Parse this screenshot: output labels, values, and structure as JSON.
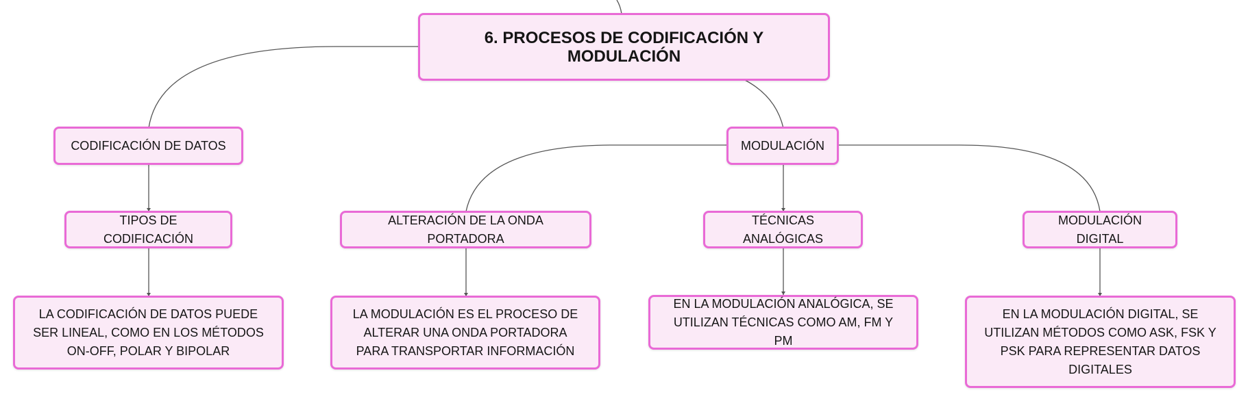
{
  "diagram": {
    "root": {
      "label": "6. PROCESOS DE CODIFICACIÓN Y MODULACIÓN"
    },
    "nodes": {
      "codificacion_datos": "CODIFICACIÓN DE DATOS",
      "tipos_codificacion": "TIPOS DE CODIFICACIÓN",
      "codificacion_detalle": "LA CODIFICACIÓN DE DATOS PUEDE SER LINEAL, COMO EN LOS MÉTODOS ON-OFF, POLAR Y BIPOLAR",
      "modulacion": "MODULACIÓN",
      "alteracion_onda": "ALTERACIÓN DE LA ONDA PORTADORA",
      "alteracion_detalle": "LA MODULACIÓN ES EL PROCESO DE ALTERAR UNA ONDA PORTADORA PARA TRANSPORTAR INFORMACIÓN",
      "tecnicas_analogicas": "TÉCNICAS ANALÓGICAS",
      "analogicas_detalle": "EN LA MODULACIÓN ANALÓGICA, SE UTILIZAN TÉCNICAS COMO AM, FM Y PM",
      "modulacion_digital": "MODULACIÓN DIGITAL",
      "digital_detalle": "EN LA MODULACIÓN DIGITAL, SE UTILIZAN MÉTODOS COMO ASK, FSK Y PSK PARA REPRESENTAR DATOS DIGITALES"
    },
    "colors": {
      "node_fill": "#fbeaf7",
      "node_border": "#e96ad6",
      "connector": "#555555"
    }
  }
}
